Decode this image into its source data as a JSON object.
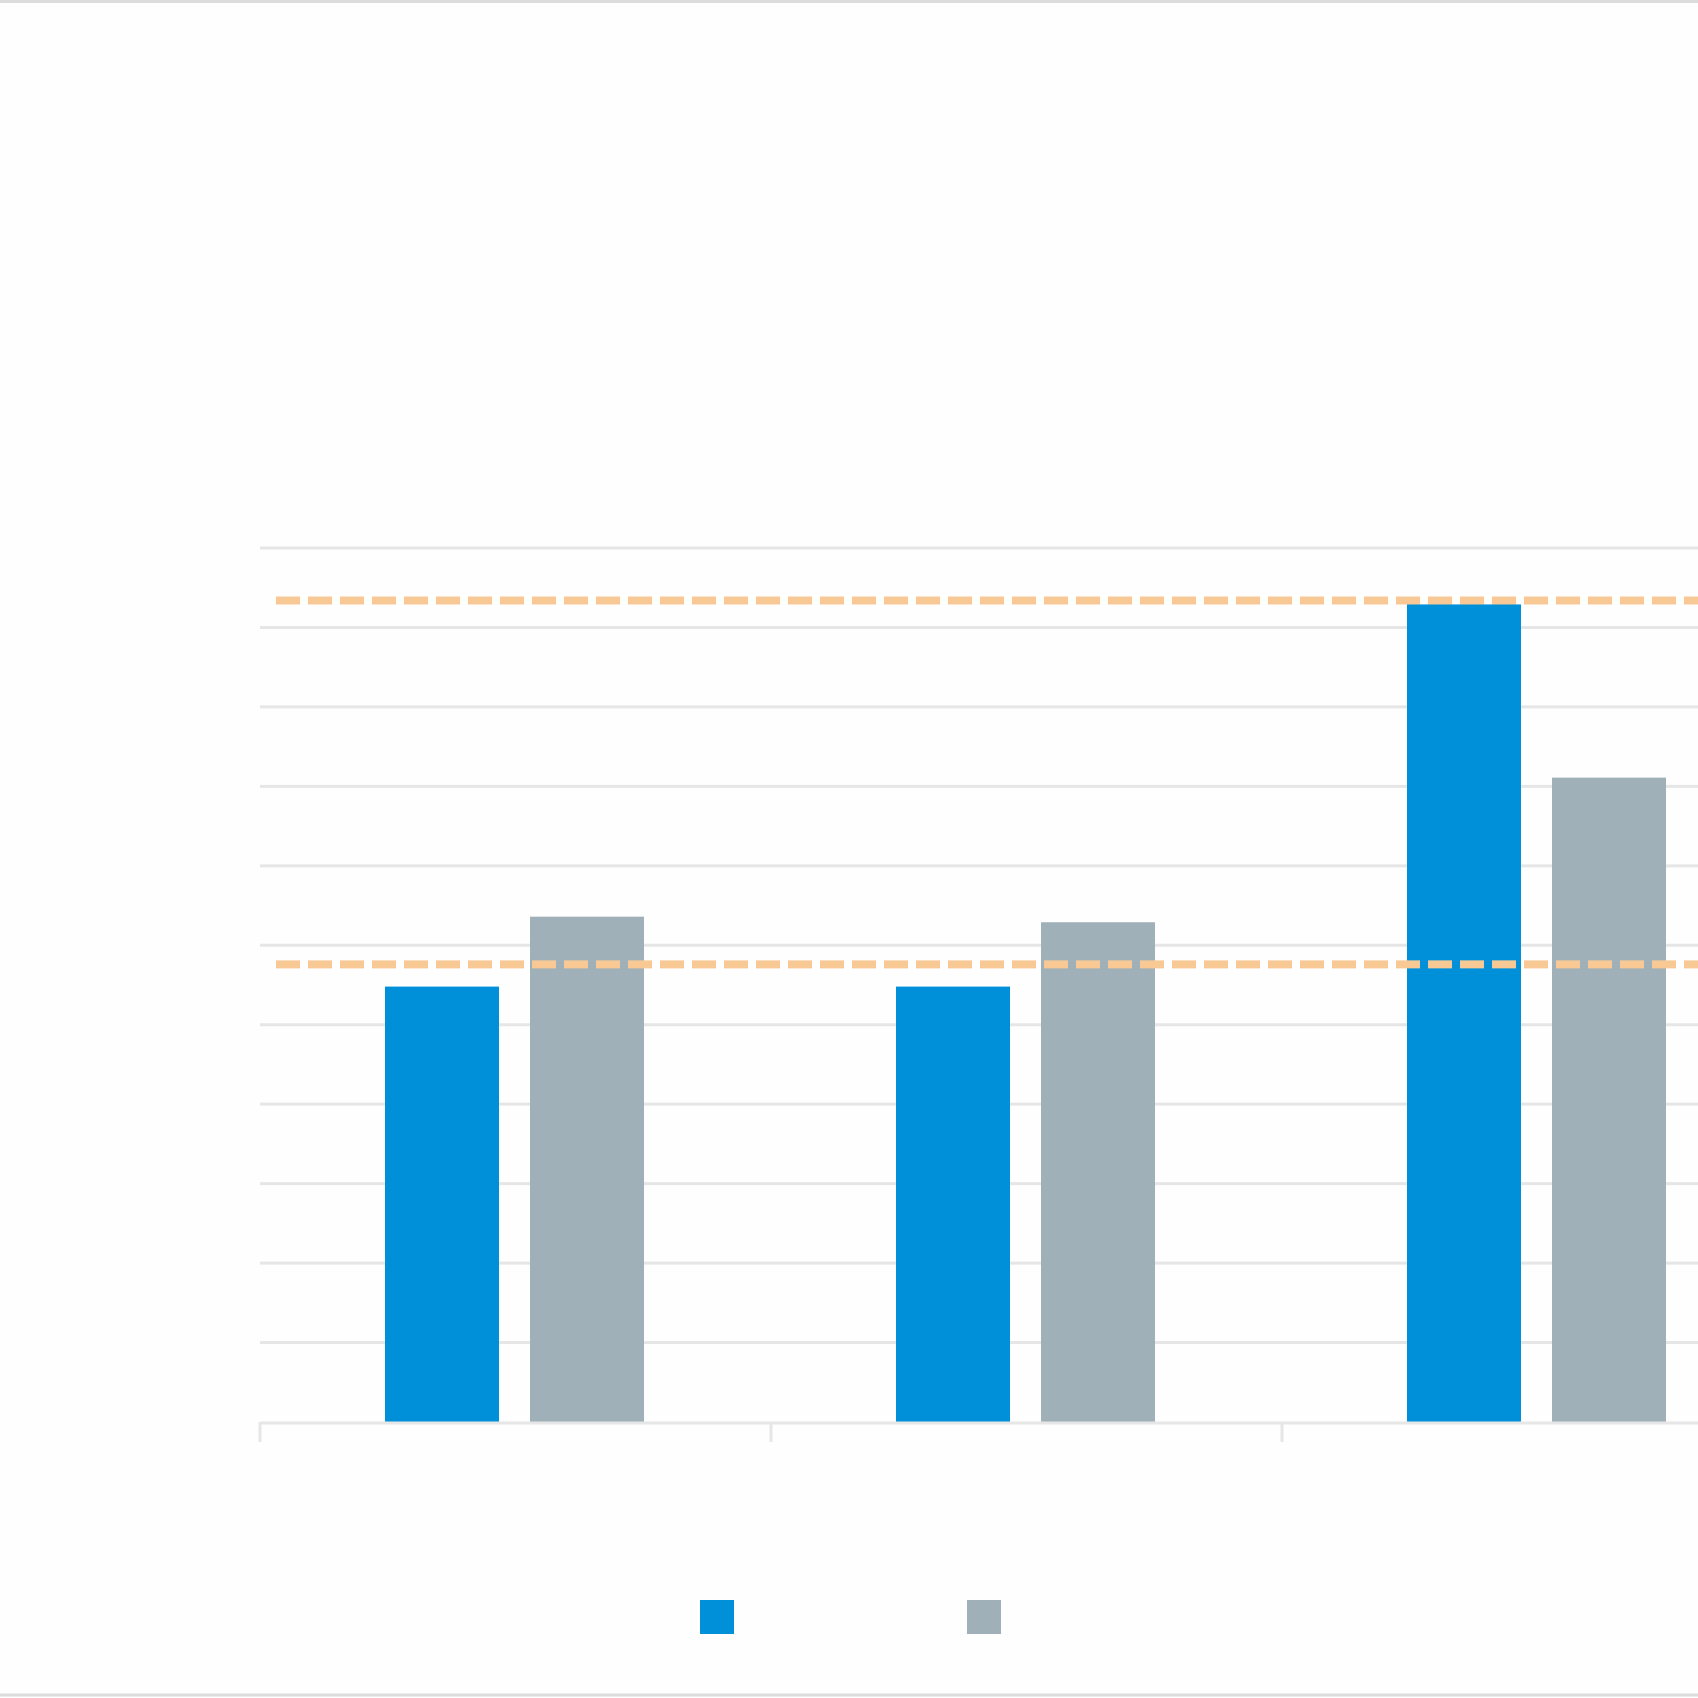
{
  "chart_data": {
    "type": "bar",
    "title": "",
    "xlabel": "",
    "ylabel": "",
    "categories": [
      "",
      "",
      ""
    ],
    "ylim": [
      0,
      11
    ],
    "grid": true,
    "legend": "bottom",
    "series": [
      {
        "values": [
          5.48,
          5.48,
          10.29
        ],
        "color": "#0090da"
      },
      {
        "values": [
          6.36,
          6.29,
          8.11
        ],
        "color": "#9fb0b9"
      }
    ],
    "reference_lines": [
      {
        "value": 10.34,
        "style": "dashed",
        "color": "#f8c994"
      },
      {
        "value": 5.76,
        "style": "dashed",
        "color": "#f8c994"
      }
    ],
    "colors": {
      "grid": "#e6e6e6",
      "frame": "#dcdcdc"
    }
  }
}
